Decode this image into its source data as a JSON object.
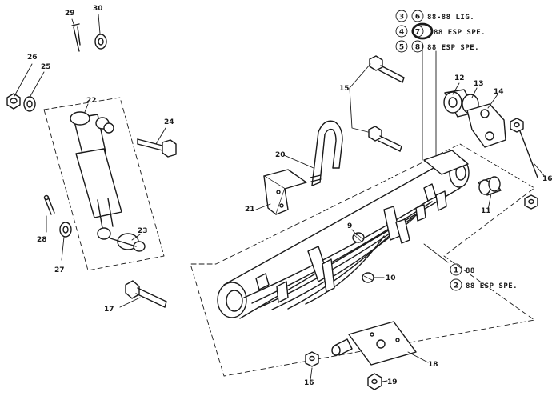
{
  "callouts": {
    "c9": "9",
    "c10": "10",
    "c11": "11",
    "c12": "12",
    "c13": "13",
    "c14": "14",
    "c15": "15",
    "c16a": "16",
    "c16b": "16",
    "c17": "17",
    "c18": "18",
    "c19": "19",
    "c20": "20",
    "c21": "21",
    "c22": "22",
    "c23": "23",
    "c24": "24",
    "c25": "25",
    "c26": "26",
    "c27": "27",
    "c28": "28",
    "c29": "29",
    "c30": "30"
  },
  "legend_top": [
    {
      "left": "3",
      "right": "6",
      "text": "88-88 LIG."
    },
    {
      "left": "4",
      "right": "7",
      "text": "88 ESP SPE."
    },
    {
      "left": "5",
      "right": "8",
      "text": "88 ESP SPE."
    }
  ],
  "legend_bottom": [
    {
      "num": "1",
      "text": "88"
    },
    {
      "num": "2",
      "text": "88 ESP SPE."
    }
  ]
}
